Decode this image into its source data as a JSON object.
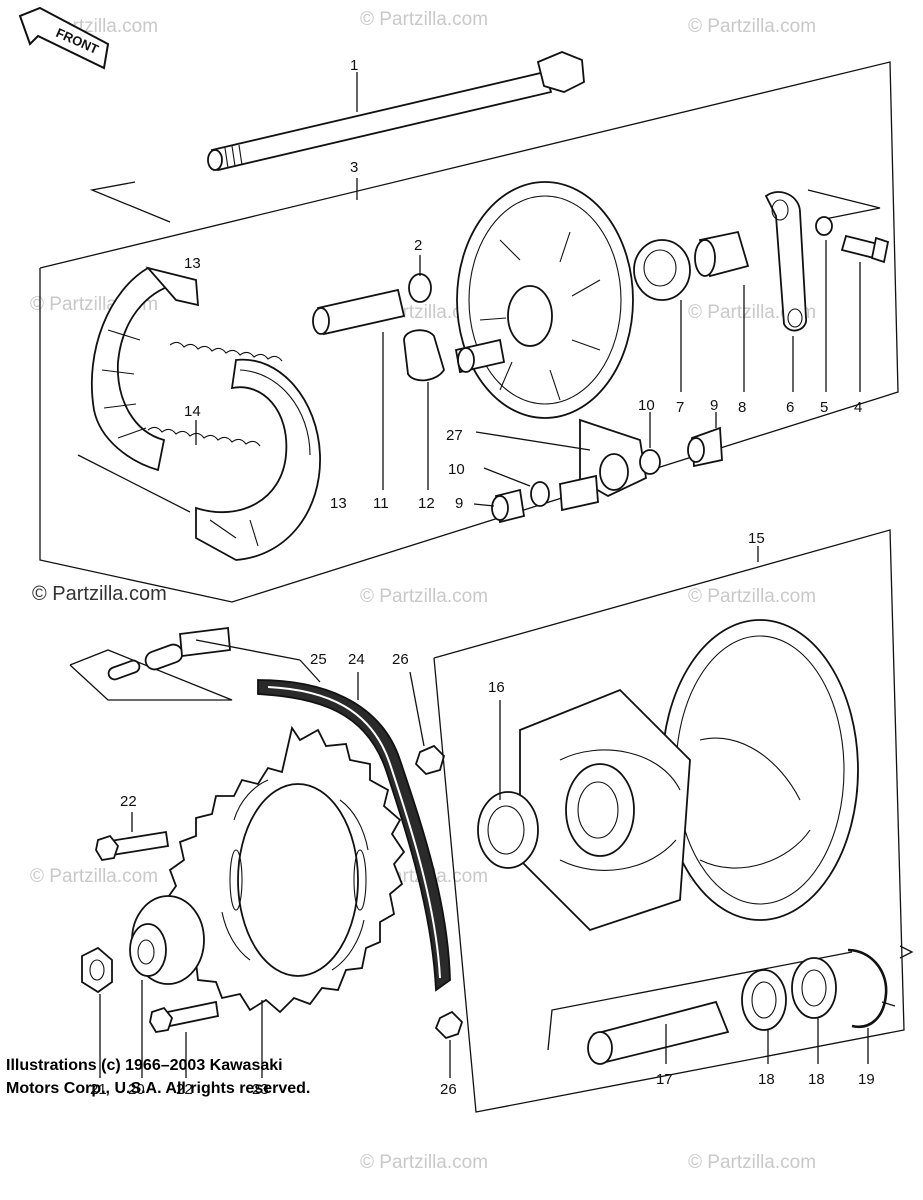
{
  "front_label": "FRONT",
  "watermark": "© Partzilla.com",
  "copyright": {
    "line1": "Illustrations (c) 1966–2003 Kawasaki",
    "line2": "Motors Corp., U.S.A.  All rights reserved."
  },
  "callouts": [
    "1",
    "2",
    "3",
    "4",
    "5",
    "6",
    "7",
    "8",
    "9",
    "9",
    "10",
    "10",
    "11",
    "12",
    "13",
    "13",
    "14",
    "15",
    "16",
    "17",
    "18",
    "18",
    "19",
    "20",
    "21",
    "22",
    "22",
    "23",
    "24",
    "25",
    "26",
    "26",
    "27"
  ]
}
